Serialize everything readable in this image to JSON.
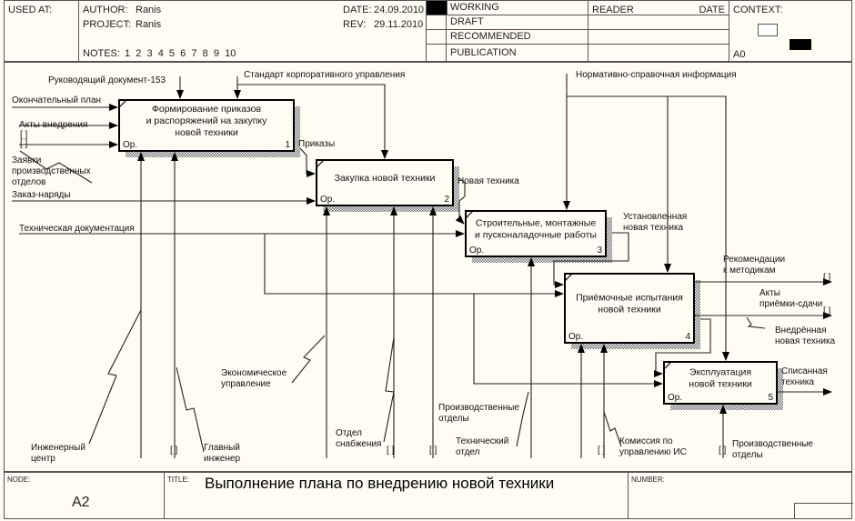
{
  "header": {
    "used_at_label": "USED AT:",
    "author_label": "AUTHOR:",
    "author": "Ranis",
    "project_label": "PROJECT:",
    "project": "Ranis",
    "date_label": "DATE:",
    "date": "24.09.2010",
    "rev_label": "REV:",
    "rev": "29.11.2010",
    "notes_label": "NOTES:",
    "notes": "1  2  3  4  5  6  7  8  9  10",
    "status": [
      {
        "label": "WORKING",
        "active": true
      },
      {
        "label": "DRAFT",
        "active": false
      },
      {
        "label": "RECOMMENDED",
        "active": false
      },
      {
        "label": "PUBLICATION",
        "active": false
      }
    ],
    "reader_label": "READER",
    "reader_date_label": "DATE",
    "context_label": "CONTEXT:",
    "context_node": "A0"
  },
  "footer": {
    "node_label": "NODE:",
    "node": "A2",
    "title_label": "TITLE:",
    "title": "Выполнение плана по  внедрению новой техники",
    "number_label": "NUMBER:"
  },
  "diagram": {
    "boxes": [
      {
        "id": 1,
        "title_lines": [
          "Формирование приказов",
          "и распоряжений на закупку",
          "новой техники"
        ],
        "cost": "Ор.",
        "number": "1"
      },
      {
        "id": 2,
        "title_lines": [
          "Закупка новой техники"
        ],
        "cost": "Ор.",
        "number": "2"
      },
      {
        "id": 3,
        "title_lines": [
          "Строительные, монтажные",
          "и пусконаладочные работы"
        ],
        "cost": "Ор.",
        "number": "3"
      },
      {
        "id": 4,
        "title_lines": [
          "Приёмочные испытания",
          "новой техники"
        ],
        "cost": "Ор.",
        "number": "4"
      },
      {
        "id": 5,
        "title_lines": [
          "Эксплуатация",
          "новой техники"
        ],
        "cost": "Ор.",
        "number": "5"
      }
    ],
    "arrow_labels": {
      "guiding_doc": "Руководящий документ-153",
      "corp_standard": "Стандарт корпоративного управления",
      "normative_info": "Нормативно-справочная информация",
      "final_plan": "Окончательный план",
      "implementation_acts": "Акты внедрения",
      "dept_requests": [
        "Заявки",
        "производственных",
        "отделов"
      ],
      "work_orders": "Заказ-наряды",
      "tech_docs": "Техническая документация",
      "orders": "Приказы",
      "new_equipment": "Новая техника",
      "installed_equipment": [
        "Установленная",
        "новая техника"
      ],
      "method_recommendations": [
        "Рекомендации",
        "к методикам"
      ],
      "acceptance_acts": [
        "Акты",
        "приёмки-сдачи"
      ],
      "implemented_equipment": [
        "Внедрённая",
        "новая техника"
      ],
      "written_off": [
        "Списанная",
        "техника"
      ],
      "engineering_center": [
        "Инженерный",
        "центр"
      ],
      "chief_engineer": [
        "Главный",
        "инженер"
      ],
      "economic_dept": [
        "Экономическое",
        "управление"
      ],
      "supply_dept": [
        "Отдел",
        "снабжения"
      ],
      "production_depts_mid": [
        "Производственные",
        "отделы"
      ],
      "technical_dept": [
        "Технический",
        "отдел"
      ],
      "is_commission": [
        "Комиссия по",
        "управлению ИС"
      ],
      "production_depts": [
        "Производственные",
        "отделы"
      ]
    },
    "tunnel_glyph": "[ ]"
  }
}
